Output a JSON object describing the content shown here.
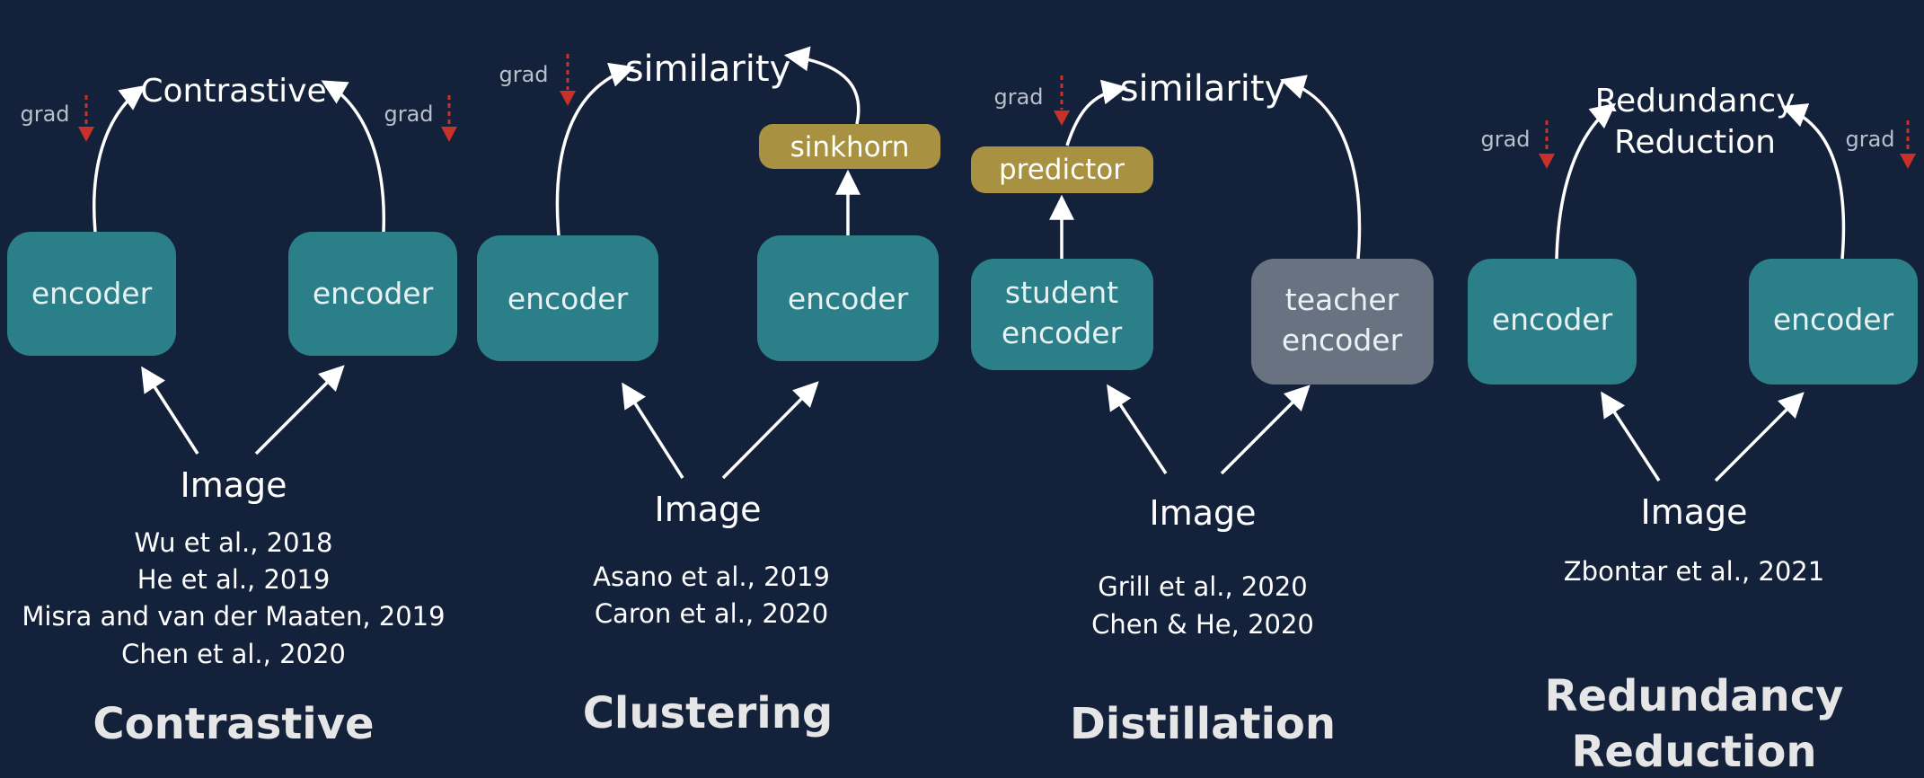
{
  "panels": {
    "contrastive": {
      "head": "Contrastive",
      "grad_left": "grad",
      "grad_right": "grad",
      "encoder_left": "encoder",
      "encoder_right": "encoder",
      "input": "Image",
      "citations": [
        "Wu et al., 2018",
        "He et al., 2019",
        "Misra and van der Maaten, 2019",
        "Chen et al., 2020"
      ],
      "title": "Contrastive"
    },
    "clustering": {
      "head": "similarity",
      "grad": "grad",
      "module": "sinkhorn",
      "encoder_left": "encoder",
      "encoder_right": "encoder",
      "input": "Image",
      "citations": [
        "Asano et al., 2019",
        "Caron et al., 2020"
      ],
      "title": "Clustering"
    },
    "distillation": {
      "head": "similarity",
      "grad": "grad",
      "module": "predictor",
      "encoder_left_line1": "student",
      "encoder_left_line2": "encoder",
      "encoder_right_line1": "teacher",
      "encoder_right_line2": "encoder",
      "input": "Image",
      "citations": [
        "Grill et al., 2020",
        "Chen & He, 2020"
      ],
      "title": "Distillation"
    },
    "redundancy": {
      "head_line1": "Redundancy",
      "head_line2": "Reduction",
      "grad_left": "grad",
      "grad_right": "grad",
      "encoder_left": "encoder",
      "encoder_right": "encoder",
      "input": "Image",
      "citations": [
        "Zbontar et al., 2021"
      ],
      "title_line1": "Redundancy",
      "title_line2": "Reduction"
    }
  },
  "colors": {
    "background": "#13213a",
    "encoder": "#2b7f88",
    "teacher_encoder": "#697281",
    "module": "#a89141",
    "grad_marker": "#c8302a"
  }
}
